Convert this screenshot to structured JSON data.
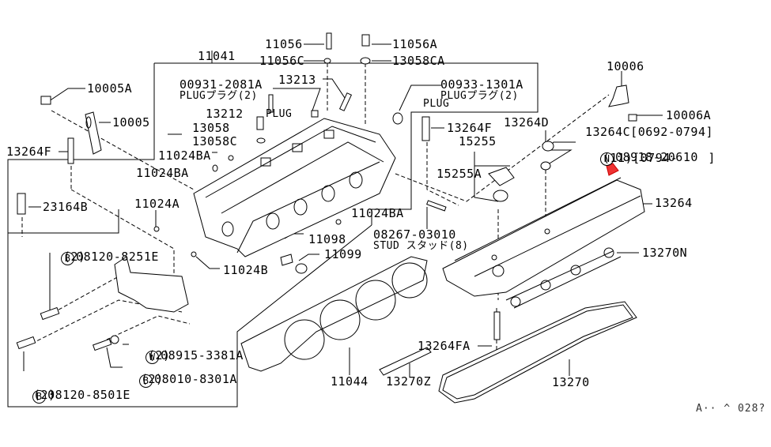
{
  "diagram": {
    "title": "Cylinder Head & Rocker Cover Parts Diagram",
    "reference_code": "A·· ^ 028?",
    "highlight_color": "#e33333"
  },
  "callouts": {
    "p11041": "11041",
    "p11056": "11056",
    "p11056A": "11056A",
    "p11056C": "11056C",
    "p13058CA": "13058CA",
    "p10006": "10006",
    "p10006A": "10006A",
    "p10005A": "10005A",
    "p10005": "10005",
    "p13264F_left": "13264F",
    "p00931": "00931-2081A",
    "p00931_desc": "PLUGプラグ(2)",
    "p13213": "13213",
    "p00933": "00933-1301A",
    "p00933_desc": "PLUGプラグ(2)",
    "plug_label": "PLUG",
    "p13212": "13212",
    "p13212_plug": "PLUG",
    "p13058": "13058",
    "p13058C": "13058C",
    "p11024BA_1": "11024BA",
    "p11024BA_2": "11024BA",
    "p11024BA_3": "11024BA",
    "p13264F_mid": "13264F",
    "p13264D": "13264D",
    "p13264C": "13264C[0692-0794]",
    "p08918_prefix": "N",
    "p08918": "08918-20610",
    "p08918_qty": "(11)[0794-    ]",
    "p15255": "15255",
    "p15255A": "15255A",
    "p13264": "13264",
    "p23164B": "23164B",
    "p11024A": "11024A",
    "p08120_8251E_prefix": "B",
    "p08120_8251E": "08120-8251E",
    "p08120_8251E_qty": "(2)",
    "p11098": "11098",
    "p11099": "11099",
    "p08267": "08267-03010",
    "p08267_desc": "STUD スタッド(8)",
    "p11024B": "11024B",
    "p13270N": "13270N",
    "p08915_prefix": "W",
    "p08915": "08915-3381A",
    "p08915_qty": "(2)",
    "p08010_prefix": "B",
    "p08010": "08010-8301A",
    "p08010_qty": "(2)",
    "p08120_8501E_prefix": "B",
    "p08120_8501E": "08120-8501E",
    "p08120_8501E_qty": "(2)",
    "p13264FA": "13264FA",
    "p11044": "11044",
    "p13270Z": "13270Z",
    "p13270": "13270"
  }
}
